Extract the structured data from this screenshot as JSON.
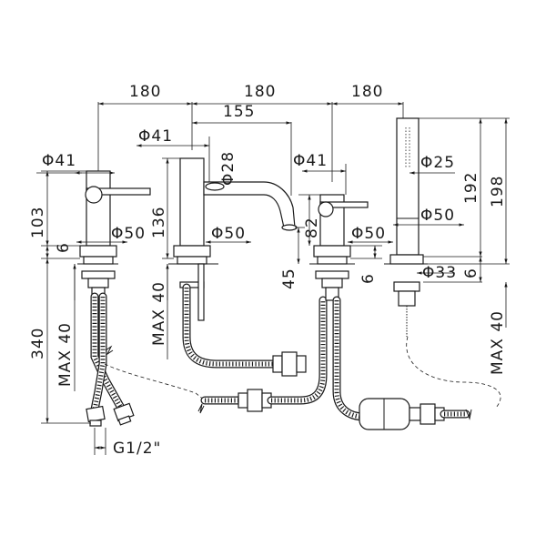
{
  "dimensions": {
    "top_spacing_1": "180",
    "top_spacing_2": "180",
    "top_spacing_3": "180",
    "spout_reach": "155",
    "mixer1_diameter": "Φ41",
    "mixer1_base_diameter": "Φ50",
    "mixer1_height": "103",
    "mixer1_base_height": "6",
    "mixer1_total_length": "340",
    "mixer1_max_thickness": "MAX 40",
    "thread": "G1/2\"",
    "spout_diameter": "Φ41",
    "spout_tip_diameter": "Φ28",
    "spout_base_diameter": "Φ50",
    "spout_height": "136",
    "spout_max_thickness": "MAX 40",
    "spout_outlet_height": "45",
    "mixer2_diameter": "Φ41",
    "mixer2_base_diameter": "Φ50",
    "mixer2_height": "82",
    "mixer2_base_height": "6",
    "shower_diameter": "Φ25",
    "shower_holder_diameter": "Φ50",
    "shower_height": "192",
    "shower_total_height": "198",
    "shower_base_diameter": "Φ33",
    "shower_base_height": "6",
    "shower_max_thickness": "MAX 40"
  }
}
